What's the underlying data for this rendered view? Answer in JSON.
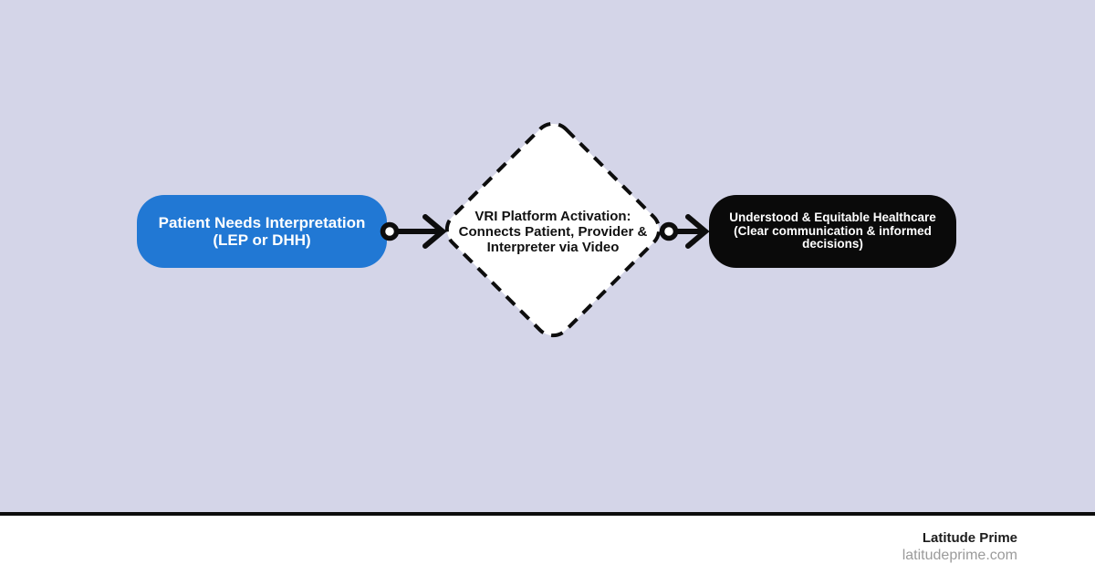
{
  "canvas": {
    "background": "#d4d5e8",
    "divider_color": "#0d0d0d",
    "footer_background": "#ffffff"
  },
  "flowchart": {
    "nodes": [
      {
        "id": "start",
        "shape": "rounded-rectangle",
        "fill": "#2178d4",
        "text_color": "#ffffff",
        "label": "Patient Needs Interpretation (LEP or DHH)"
      },
      {
        "id": "decision",
        "shape": "diamond",
        "border_style": "dashed",
        "fill": "#ffffff",
        "stroke": "#0d0d0d",
        "text_color": "#111111",
        "label": "VRI Platform Activation: Connects Patient, Provider & Interpreter via Video"
      },
      {
        "id": "end",
        "shape": "rounded-rectangle",
        "fill": "#0a0a0a",
        "text_color": "#ffffff",
        "label": "Understood & Equitable Healthcare (Clear communication & informed decisions)"
      }
    ],
    "connectors": [
      {
        "from": "start",
        "to": "decision",
        "style": "dot-arrow",
        "color": "#0d0d0d"
      },
      {
        "from": "decision",
        "to": "end",
        "style": "dot-arrow",
        "color": "#0d0d0d"
      }
    ]
  },
  "footer": {
    "brand": "Latitude Prime",
    "website": "latitudeprime.com",
    "brand_color": "#1c1c1c",
    "website_color": "#9b9b9b"
  }
}
